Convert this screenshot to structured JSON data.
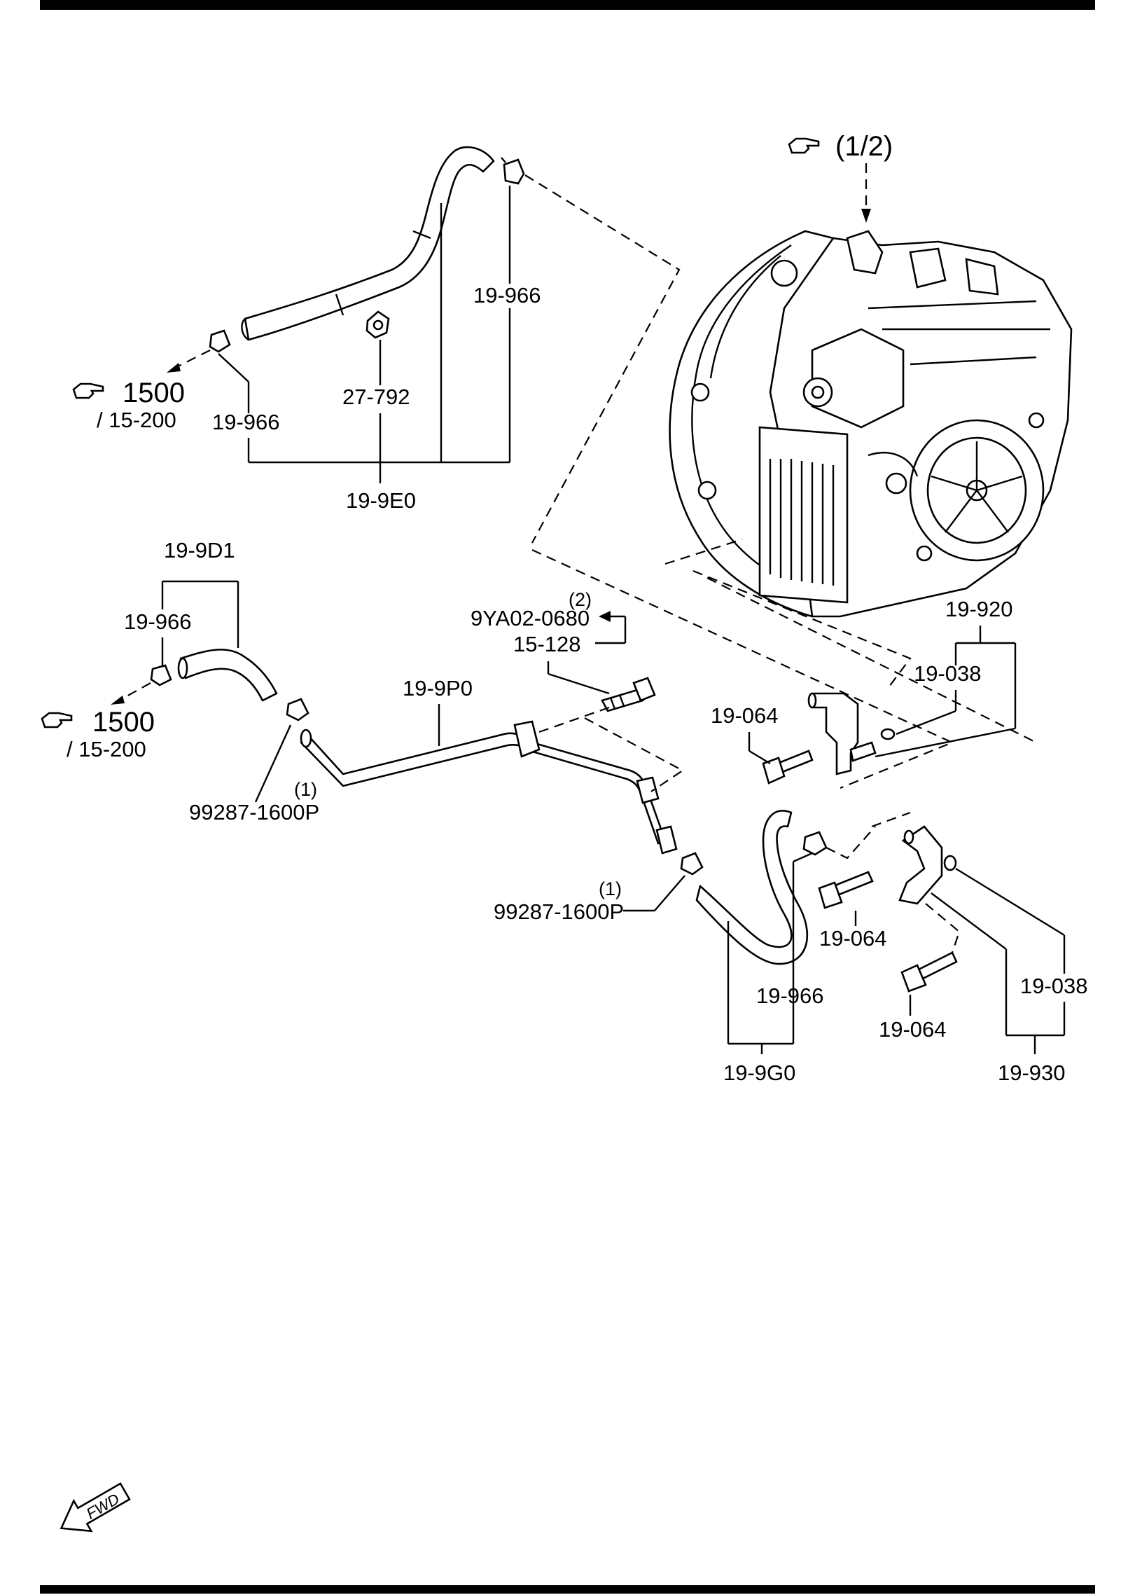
{
  "labels": {
    "ref_top": "(1/2)",
    "ref_1500_a": "1500",
    "ref_15200_a": "/ 15-200",
    "ref_1500_b": "1500",
    "ref_15200_b": "/ 15-200",
    "p_19966_top": "19-966",
    "p_27792": "27-792",
    "p_19966_left": "19-966",
    "p_199E0": "19-9E0",
    "p_199D1": "19-9D1",
    "p_19966_mid": "19-966",
    "qty2": "(2)",
    "p_9YA02": "9YA02-0680",
    "p_15128": "15-128",
    "p_199P0": "19-9P0",
    "qty1_a": "(1)",
    "p_99287_a": "99287-1600P",
    "qty1_b": "(1)",
    "p_99287_b": "99287-1600P",
    "p_19920": "19-920",
    "p_19038_top": "19-038",
    "p_19064_top": "19-064",
    "p_19064_mid": "19-064",
    "p_19966_low": "19-966",
    "p_19038_low": "19-038",
    "p_19064_low": "19-064",
    "p_199G0": "19-9G0",
    "p_19930": "19-930",
    "fwd": "FWD"
  },
  "icons": [
    "pointing-hand-icon",
    "fwd-arrow-icon"
  ],
  "colors": {
    "ink": "#000000",
    "background": "#ffffff"
  }
}
